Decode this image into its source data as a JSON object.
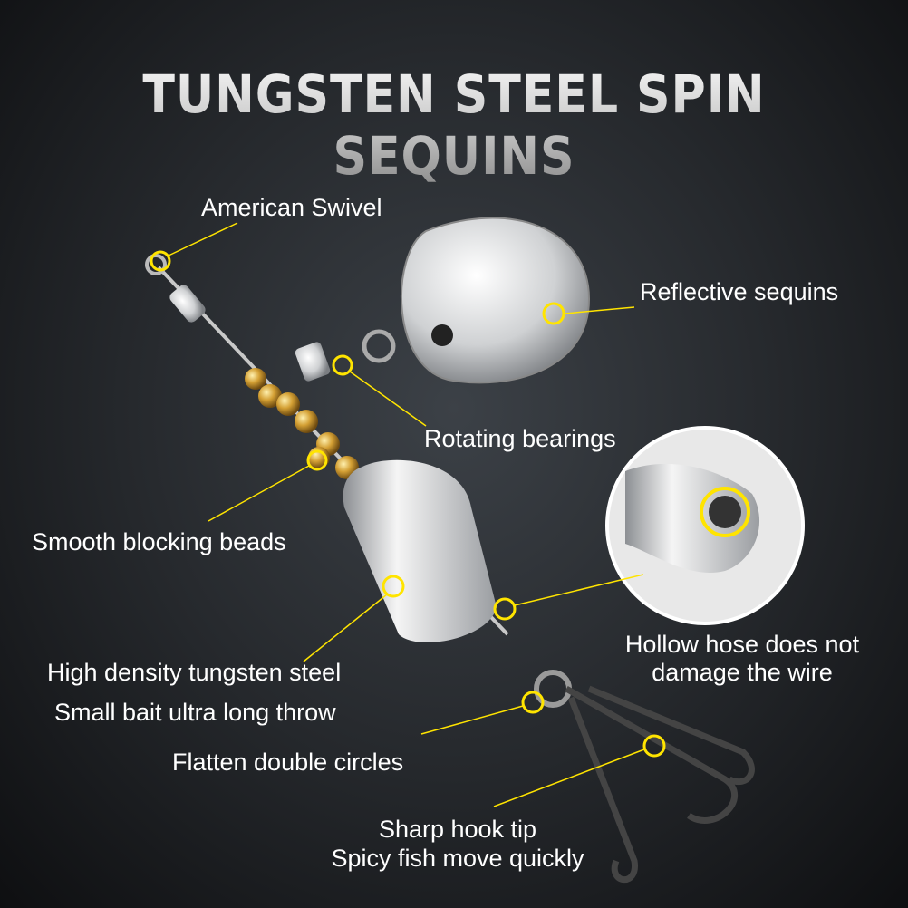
{
  "title": "TUNGSTEN STEEL SPIN SEQUINS",
  "labels": {
    "swivel": "American Swivel",
    "sequins": "Reflective sequins",
    "bearings": "Rotating bearings",
    "beads": "Smooth blocking beads",
    "tungsten_1": "High density tungsten steel",
    "tungsten_2": "Small bait ultra long throw",
    "hose_1": "Hollow hose does not",
    "hose_2": "damage the wire",
    "circles": "Flatten double circles",
    "hook_1": "Sharp hook tip",
    "hook_2": "Spicy fish move quickly"
  },
  "colors": {
    "highlight": "#ffe400",
    "bead": "#c8962a"
  }
}
